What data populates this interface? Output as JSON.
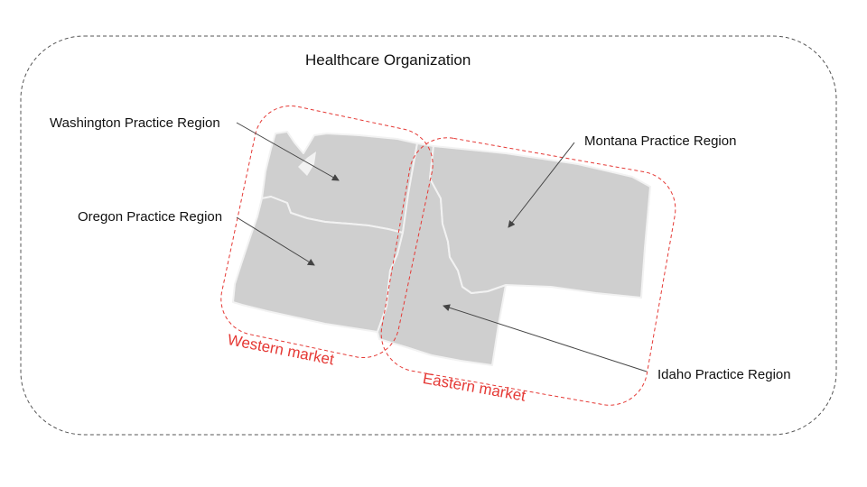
{
  "title": "Healthcare Organization",
  "regions": {
    "washington": "Washington Practice Region",
    "oregon": "Oregon Practice Region",
    "montana": "Montana Practice Region",
    "idaho": "Idaho Practice Region"
  },
  "markets": {
    "western": "Western market",
    "eastern": "Eastern market"
  },
  "colors": {
    "map_fill": "#cfcfcf",
    "map_border": "#f2f2f2",
    "market_outline": "#e53935",
    "organization_outline": "#555555",
    "arrow": "#444444"
  }
}
